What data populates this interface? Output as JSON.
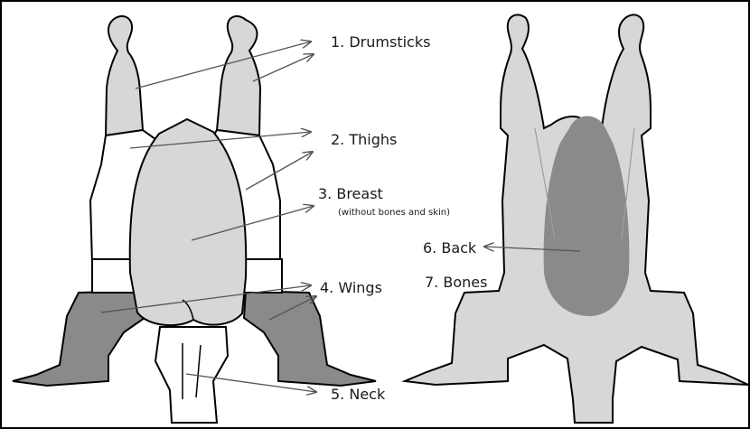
{
  "diagram": {
    "labels": {
      "drumsticks": "1. Drumsticks",
      "thighs": "2. Thighs",
      "breast": "3. Breast",
      "breast_note": "(without  bones and skin)",
      "wings": "4. Wings",
      "neck": "5. Neck",
      "back": "6. Back",
      "bones": "7. Bones"
    },
    "colors": {
      "outline": "#000000",
      "light_part": "#d7d7d7",
      "dark_part": "#8a8a8a",
      "background_part": "#ffffff",
      "arrow": "#555555"
    }
  }
}
